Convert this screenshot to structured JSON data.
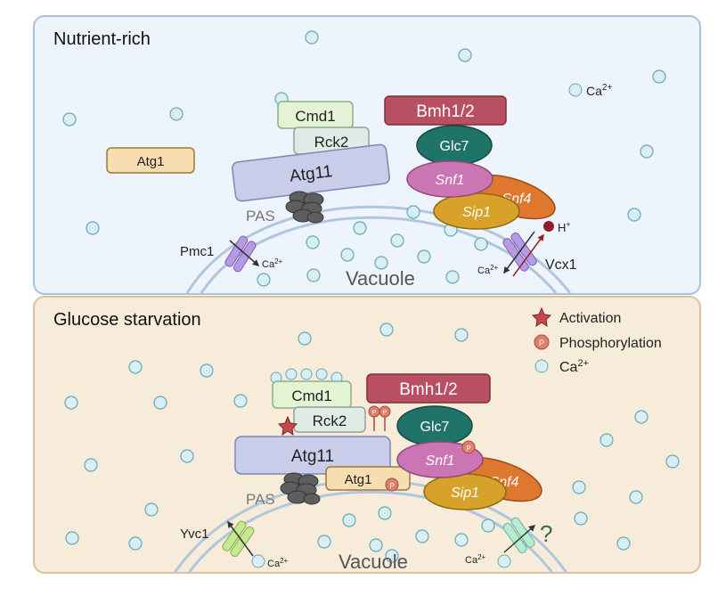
{
  "panels": {
    "top_title": "Nutrient-rich",
    "bottom_title": "Glucose starvation"
  },
  "labels": {
    "atg1": "Atg1",
    "cmd1": "Cmd1",
    "rck2": "Rck2",
    "atg11": "Atg11",
    "pas": "PAS",
    "bmh": "Bmh1/2",
    "glc7": "Glc7",
    "snf1": "Snf1",
    "snf4": "Snf4",
    "sip1": "Sip1",
    "vacuole": "Vacuole",
    "pmc1": "Pmc1",
    "vcx1": "Vcx1",
    "yvc1": "Yvc1",
    "ca": "Ca",
    "ca_sup": "2+",
    "h": "H",
    "h_sup": "+",
    "p": "P",
    "question": "?"
  },
  "legend": {
    "activation": "Activation",
    "phosphorylation": "Phosphorylation",
    "ca": "Ca",
    "ca_sup": "2+"
  },
  "colors": {
    "top_bg": "#eef4fb",
    "top_border": "#a9c1dc",
    "bottom_bg": "#f7ecd9",
    "bottom_border": "#d9c29b",
    "ion_fill": "#d6eef4",
    "ion_stroke": "#6aa6b4",
    "membrane": "#aec7df",
    "atg1": "#f6deb0",
    "cmd1": "#e3f3d3",
    "rck2": "#e1ebe5",
    "atg11": "#c9cde9",
    "pas": "#5e5e5e",
    "bmh": "#b84f62",
    "glc7": "#1f7368",
    "snf1": "#cc75b5",
    "snf4": "#e0772f",
    "sip1": "#d7a12a",
    "pump_purple": "#b59be3",
    "channel_green": "#c6e88e",
    "channel_mint": "#b8ecd2",
    "activation_star": "#c44a4a",
    "phospho": "#e07f6d",
    "proton": "#8e1f2a",
    "question": "#356b3e"
  }
}
